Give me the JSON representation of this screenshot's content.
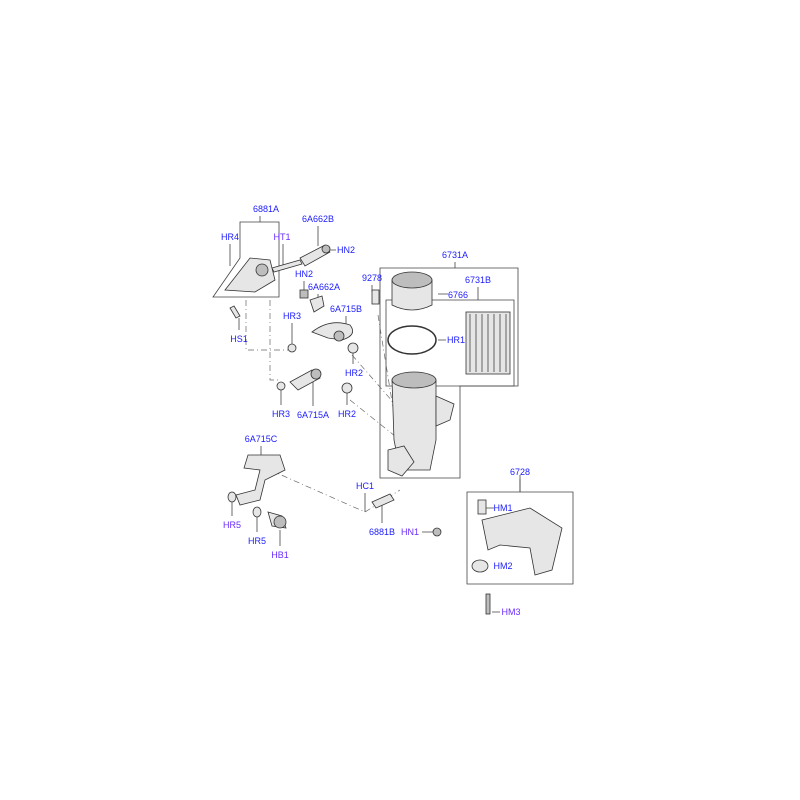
{
  "colors": {
    "label_blue": "#1c1cff",
    "label_purple": "#6a2cff",
    "line": "#444444"
  },
  "labels": [
    {
      "text": "6881A"
    },
    {
      "text": "HR4"
    },
    {
      "text": "HT1"
    },
    {
      "text": "6A662B"
    },
    {
      "text": "HN2"
    },
    {
      "text": "HN2"
    },
    {
      "text": "6A662A"
    },
    {
      "text": "9278"
    },
    {
      "text": "6731A"
    },
    {
      "text": "6731B"
    },
    {
      "text": "6766"
    },
    {
      "text": "HR3"
    },
    {
      "text": "6A715B"
    },
    {
      "text": "HS1"
    },
    {
      "text": "HR1"
    },
    {
      "text": "HR2"
    },
    {
      "text": "HR3"
    },
    {
      "text": "6A715A"
    },
    {
      "text": "HR2"
    },
    {
      "text": "6A715C"
    },
    {
      "text": "HC1"
    },
    {
      "text": "6728"
    },
    {
      "text": "HM1"
    },
    {
      "text": "HR5"
    },
    {
      "text": "6881B"
    },
    {
      "text": "HN1"
    },
    {
      "text": "HR5"
    },
    {
      "text": "HM2"
    },
    {
      "text": "HB1"
    },
    {
      "text": "HM3"
    }
  ]
}
